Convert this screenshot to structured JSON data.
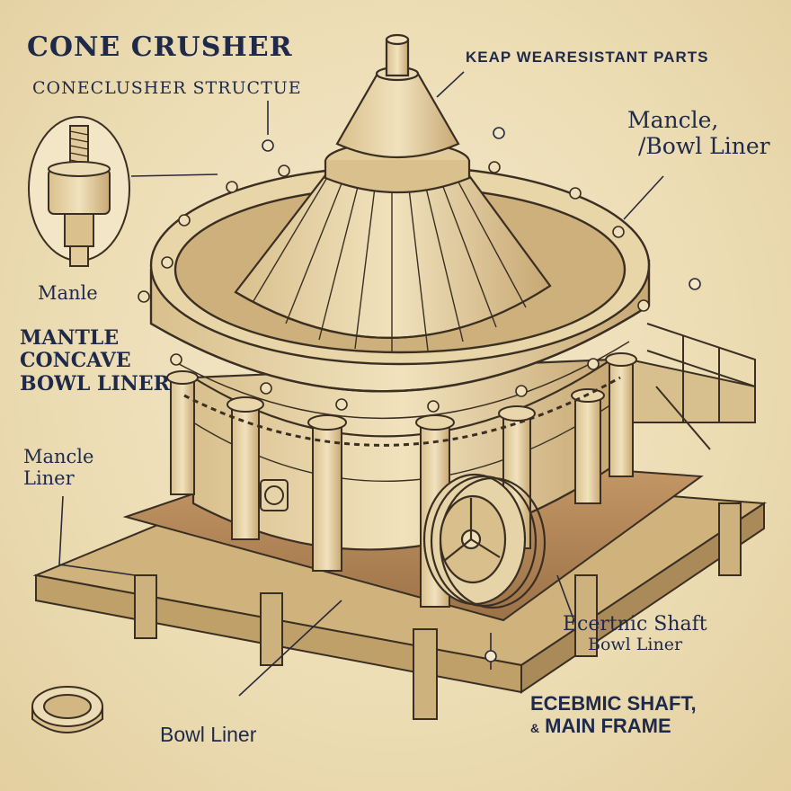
{
  "labels": {
    "title": "CONE CRUSHER",
    "subtitle": "CONECLUSHER STRUCTUE",
    "top_right": "KEAP WEARESISTANT PARTS",
    "mancle_bowl_line1": "Mancle,",
    "mancle_bowl_line2": "/Bowl Liner",
    "left_small": "Manle",
    "left_block_line1": "MANTLE",
    "left_block_line2": "CONCAVE",
    "left_block_line3": "BOWL LINER",
    "mancle_liner_line1": "Mancle",
    "mancle_liner_line2": "Liner",
    "eccentric_line1": "Ecertnic Shaft",
    "eccentric_line2": "Bowl Liner",
    "bowl_liner_bottom": "Bowl Liner",
    "ecc_main_line1": "ECEBMIC SHAFT,",
    "ecc_main_amp": "&",
    "ecc_main_line2": "MAIN FRAME"
  },
  "colors": {
    "paper": "#efe2bf",
    "ink": "#1f2a4a",
    "metal": "#e6d3a8",
    "metal_shadow": "#c9ae7a",
    "wood": "#b98a5a"
  },
  "icons": [
    "bolt-detail-icon",
    "dial-gauge-icon"
  ]
}
